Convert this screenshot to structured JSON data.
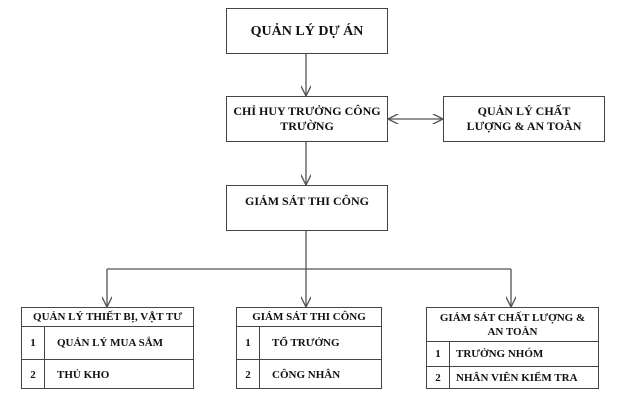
{
  "nodes": {
    "project_manager": "QUẢN LÝ DỰ ÁN",
    "site_commander": "CHỈ HUY TRƯỞNG CÔNG TRƯỜNG",
    "quality_safety_manager": "QUẢN LÝ CHẤT LƯỢNG & AN TOÀN",
    "construction_supervisor": "GIÁM SÁT THI CÔNG"
  },
  "tables": [
    {
      "title": "QUẢN LÝ THIẾT BỊ, VẬT TƯ",
      "rows": [
        {
          "num": "1",
          "label": "QUẢN LÝ MUA SẮM"
        },
        {
          "num": "2",
          "label": "THỦ KHO"
        }
      ]
    },
    {
      "title": "GIÁM SÁT THI CÔNG",
      "rows": [
        {
          "num": "1",
          "label": "TỔ TRƯỞNG"
        },
        {
          "num": "2",
          "label": "CÔNG NHÂN"
        }
      ]
    },
    {
      "title": "GIÁM SÁT CHẤT LƯỢNG & AN TOÀN",
      "rows": [
        {
          "num": "1",
          "label": "TRƯỞNG NHÓM"
        },
        {
          "num": "2",
          "label": "NHÂN VIÊN KIỂM TRA"
        }
      ]
    }
  ]
}
